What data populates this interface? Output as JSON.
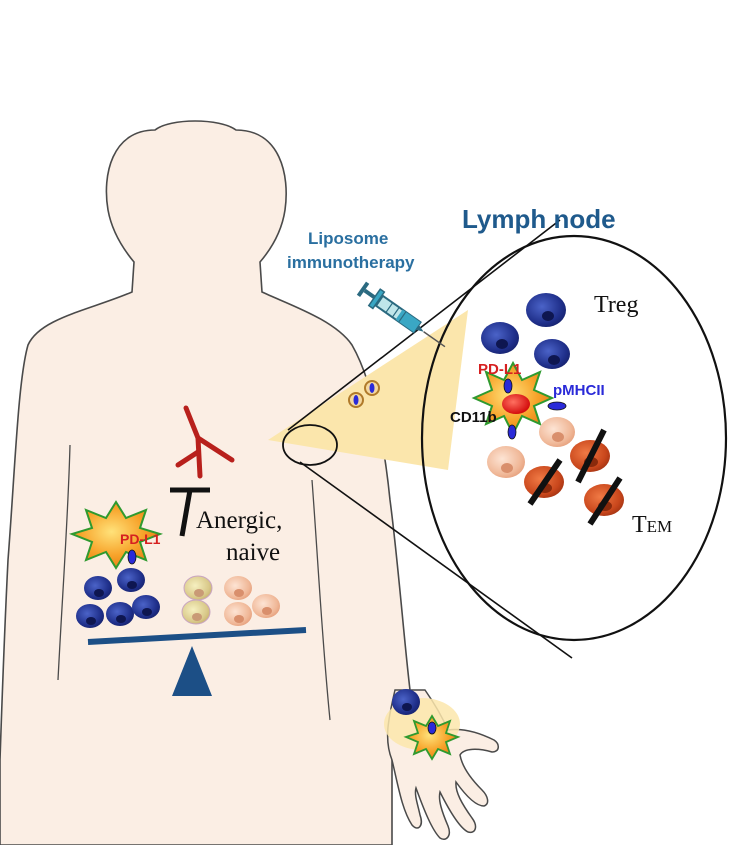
{
  "labels": {
    "lymph_node": "Lymph node",
    "liposome_line1": "Liposome",
    "liposome_line2": "immunotherapy",
    "treg": "Treg",
    "tem_main": "T",
    "tem_sub": "EM",
    "pdl1_node": "PD-L1",
    "pmhcii": "pMHCII",
    "cd11b": "CD11b",
    "pdl1_body": "PD-L1",
    "anergic_line1": "Anergic,",
    "anergic_line2": "naive"
  },
  "colors": {
    "skin": "#fbeee4",
    "skin_outline": "#4a4a4a",
    "title_blue": "#1f5a8c",
    "pdl1_red": "#d62020",
    "pmhcii_blue": "#2a2ad8",
    "treg_blue": "#1f2f8a",
    "tem_red": "#c9471c",
    "naive_peach": "#f0b898",
    "scale_blue": "#1c4f86",
    "cone_yellow": "#fbe6ac",
    "antibody_red": "#b8201c"
  },
  "icons": {
    "syringe": "syringe-icon",
    "antibody": "antibody-icon",
    "block": "block-bar-icon"
  }
}
